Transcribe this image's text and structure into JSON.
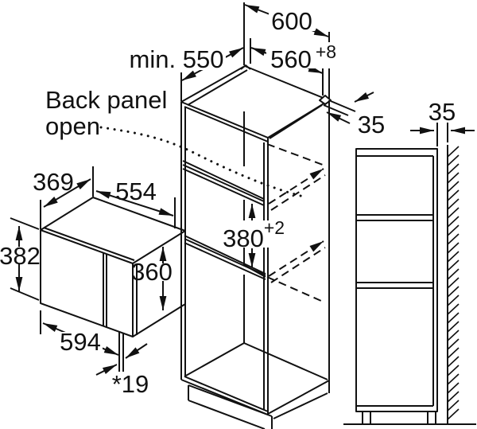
{
  "diagram": {
    "type": "appliance-installation-drawing",
    "note": {
      "line1": "Back panel",
      "line2": "open"
    },
    "labels": {
      "cabinet_width": "600",
      "niche_depth_min": "min. 550",
      "niche_width": "560",
      "niche_width_tolerance": "+8",
      "side_panel_thickness": "35",
      "niche_height": "380",
      "niche_height_tolerance": "+2",
      "appliance_depth": "369",
      "appliance_body_width": "554",
      "appliance_height": "382",
      "appliance_body_height": "360",
      "appliance_width": "594",
      "door_protrusion": "*19",
      "wall_gap": "35"
    },
    "colors": {
      "line": "#111111",
      "background": "#ffffff"
    }
  }
}
